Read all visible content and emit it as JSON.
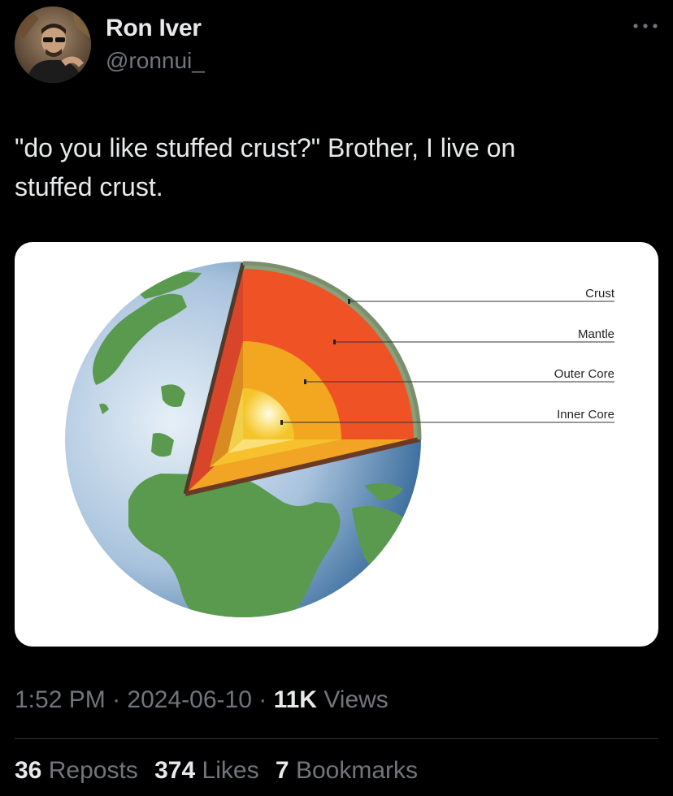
{
  "author": {
    "display_name": "Ron Iver",
    "handle": "@ronnui_"
  },
  "tweet": {
    "text_line1": "\"do you like stuffed crust?\" Brother, I live on",
    "text_line2": "stuffed crust."
  },
  "image": {
    "labels": {
      "crust": "Crust",
      "mantle": "Mantle",
      "outer_core": "Outer Core",
      "inner_core": "Inner Core"
    }
  },
  "meta": {
    "time": "1:52 PM",
    "sep1": "·",
    "date": "2024-06-10",
    "sep2": "·",
    "views_count": "11K",
    "views_label": "Views"
  },
  "stats": {
    "reposts_count": "36",
    "reposts_label": "Reposts",
    "likes_count": "374",
    "likes_label": "Likes",
    "bookmarks_count": "7",
    "bookmarks_label": "Bookmarks"
  },
  "colors": {
    "background": "#000000",
    "text_primary": "#e7e9ea",
    "text_secondary": "#71767b",
    "divider": "#2f3336"
  }
}
